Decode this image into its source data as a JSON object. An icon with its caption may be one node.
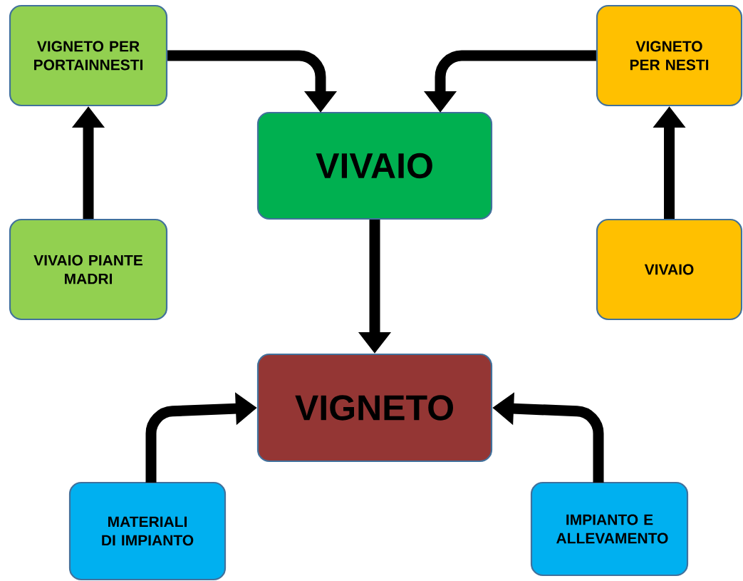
{
  "diagram": {
    "nodes": [
      {
        "text": [
          "VIGNETO  PER PORTAINNESTI"
        ]
      },
      {
        "text": [
          "VIGNETO PER NESTI"
        ]
      },
      {
        "text": [
          "VIVAIO"
        ]
      },
      {
        "text": [
          "VIVAIO PIANTE MADRI"
        ]
      },
      {
        "text": [
          "VIVAIO"
        ]
      },
      {
        "text": [
          "VIGNETO"
        ]
      },
      {
        "text": [
          "MATERIALI DI IMPIANTO"
        ]
      },
      {
        "text": [
          "IMPIANTO E ALLEVAMENTO"
        ]
      }
    ],
    "edges": [
      {
        "from": 3,
        "to": 0,
        "arrow": "to"
      },
      {
        "from": 4,
        "to": 1,
        "arrow": "to"
      },
      {
        "from": 0,
        "to": 2,
        "arrow": "to"
      },
      {
        "from": 1,
        "to": 2,
        "arrow": "to"
      },
      {
        "from": 2,
        "to": 5,
        "arrow": "to"
      },
      {
        "from": 6,
        "to": 5,
        "arrow": "to"
      },
      {
        "from": 7,
        "to": 5,
        "arrow": "to"
      }
    ]
  }
}
